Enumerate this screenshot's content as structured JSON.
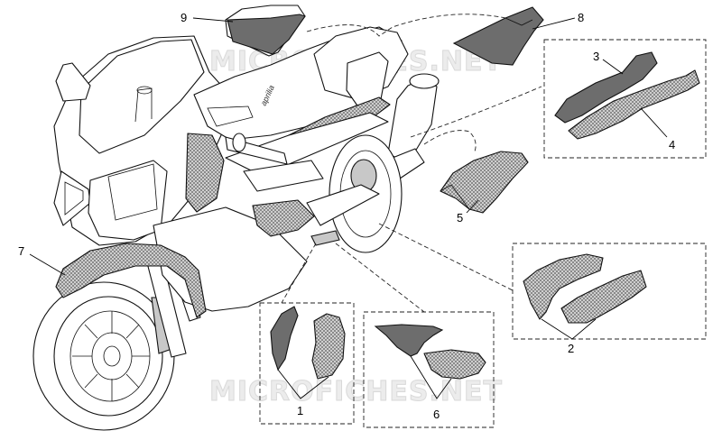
{
  "watermark": "MICROFICHES.NET",
  "callouts": [
    {
      "number": "1"
    },
    {
      "number": "2"
    },
    {
      "number": "3"
    },
    {
      "number": "4"
    },
    {
      "number": "5"
    },
    {
      "number": "6"
    },
    {
      "number": "7"
    },
    {
      "number": "8"
    },
    {
      "number": "9"
    }
  ]
}
